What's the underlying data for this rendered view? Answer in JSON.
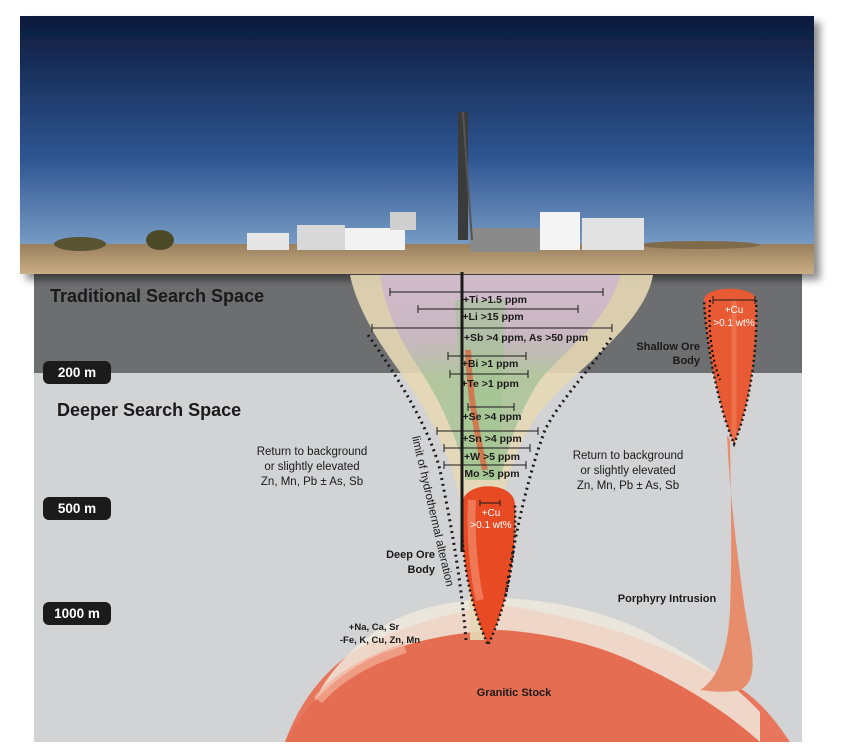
{
  "zones": {
    "traditional": "Traditional Search Space",
    "deeper": "Deeper Search Space"
  },
  "depths": [
    "200 m",
    "500 m",
    "1000 m"
  ],
  "anomalies": [
    "+Ti >1.5 ppm",
    "+Li >15 ppm",
    "+Sb >4 ppm, As >50 ppm",
    "+Bi >1 ppm",
    "+Te >1 ppm",
    "+Se >4 ppm",
    "+Sn >4 ppm",
    "+W >5 ppm",
    "Mo >5 ppm"
  ],
  "deep_cu": [
    "+Cu",
    ">0.1 wt%"
  ],
  "shallow_cu": [
    "+Cu",
    ">0.1 wt%"
  ],
  "shallow_body": [
    "Shallow Ore",
    "Body"
  ],
  "deep_body": [
    "Deep Ore",
    "Body"
  ],
  "background_left": [
    "Return to background",
    "or slightly elevated",
    "Zn, Mn, Pb ± As, Sb"
  ],
  "background_right": [
    "Return to background",
    "or slightly elevated",
    "Zn, Mn, Pb ± As, Sb"
  ],
  "alteration_limit": "limit of hydrothermal alteration",
  "halo": [
    "+Na, Ca, Sr",
    "-Fe, K, Cu, Zn, Mn"
  ],
  "porphyry": "Porphyry Intrusion",
  "stock": "Granitic Stock",
  "colors": {
    "traditional_band": "#6d6e70",
    "deeper_band": "#d2d3d5",
    "sky_top": "#0c1a3c",
    "sky_bottom": "#7fa6cf",
    "ground": "#b79a76",
    "ore": "#ea4f2a",
    "stock": "#e8765c"
  }
}
